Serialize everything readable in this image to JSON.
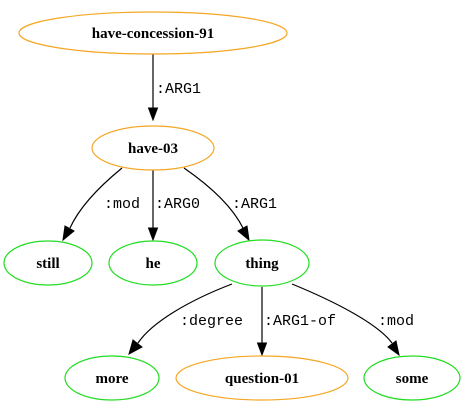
{
  "colors": {
    "concept_node": "#f5a623",
    "leaf_node": "#22dd22",
    "edge": "#000000",
    "background": "#ffffff"
  },
  "graph": {
    "nodes": [
      {
        "id": "n1",
        "label": "have-concession-91",
        "kind": "concept"
      },
      {
        "id": "n2",
        "label": "have-03",
        "kind": "concept"
      },
      {
        "id": "n3",
        "label": "still",
        "kind": "leaf"
      },
      {
        "id": "n4",
        "label": "he",
        "kind": "leaf"
      },
      {
        "id": "n5",
        "label": "thing",
        "kind": "leaf"
      },
      {
        "id": "n6",
        "label": "more",
        "kind": "leaf"
      },
      {
        "id": "n7",
        "label": "question-01",
        "kind": "concept"
      },
      {
        "id": "n8",
        "label": "some",
        "kind": "leaf"
      }
    ],
    "edges": [
      {
        "id": "e1",
        "from": "n1",
        "to": "n2",
        "label": ":ARG1"
      },
      {
        "id": "e2",
        "from": "n2",
        "to": "n3",
        "label": ":mod"
      },
      {
        "id": "e3",
        "from": "n2",
        "to": "n4",
        "label": ":ARG0"
      },
      {
        "id": "e4",
        "from": "n2",
        "to": "n5",
        "label": ":ARG1"
      },
      {
        "id": "e5",
        "from": "n5",
        "to": "n6",
        "label": ":degree"
      },
      {
        "id": "e6",
        "from": "n5",
        "to": "n7",
        "label": ":ARG1-of"
      },
      {
        "id": "e7",
        "from": "n5",
        "to": "n8",
        "label": ":mod"
      }
    ]
  }
}
